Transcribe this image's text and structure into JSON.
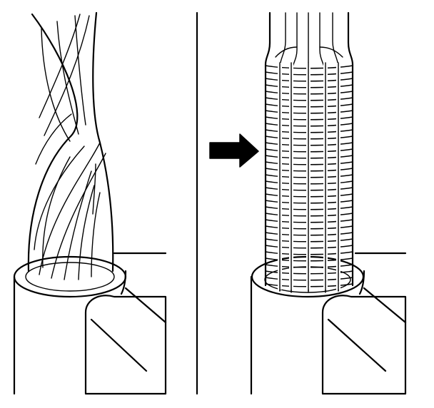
{
  "figure": {
    "panels": [
      {
        "id": "left",
        "subject": "twisted-strands-wire-end"
      },
      {
        "id": "right",
        "subject": "straight-strands-wire-end-with-wrap"
      }
    ],
    "arrow": {
      "direction": "right",
      "color": "#000000"
    },
    "line_color": "#000000",
    "background": "#ffffff"
  }
}
